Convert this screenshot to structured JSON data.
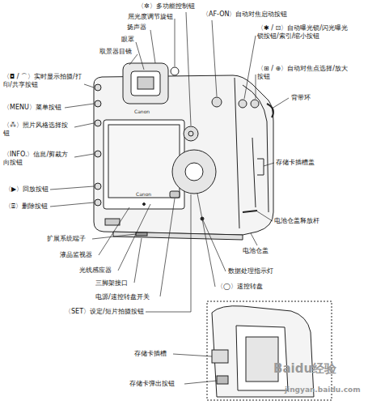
{
  "diagram": {
    "labels": [
      "〈✲〉多功能控制钮",
      "屈光度调节旋钮",
      "扬声器",
      "眼罩",
      "取景器目镜",
      "〈◘ / ⌒〉实时显示拍摄/打印/共享按钮",
      "〈MENU〉菜单按钮",
      "〈⁂〉照片风格选择按钮",
      "〈INFO.〉信息/剪裁方向按钮",
      "〈▶〉回放按钮",
      "〈⌹〉删除按钮",
      "〈AF-ON〉自动对焦启动按钮",
      "〈✱ / ⊡〉自动曝光锁/闪光曝光锁按钮/索引/缩小按钮",
      "〈⊞ / ⊕〉自动对焦点选择/放大按钮",
      "背带环",
      "存储卡插槽盖",
      "电池仓盖释放杆",
      "电池仓盖",
      "扩展系统端子",
      "液晶监视器",
      "光线感应器",
      "三脚架接口",
      "电源/速控转盘开关",
      "〈SET〉设定/短片拍摄按钮",
      "数据处理指示灯",
      "〈◯〉速控转盘",
      "存储卡插槽",
      "存储卡弹出按钮",
      "Canon",
      "Canon",
      "Baidu",
      "经验",
      "jingyan.baidu.com"
    ]
  }
}
